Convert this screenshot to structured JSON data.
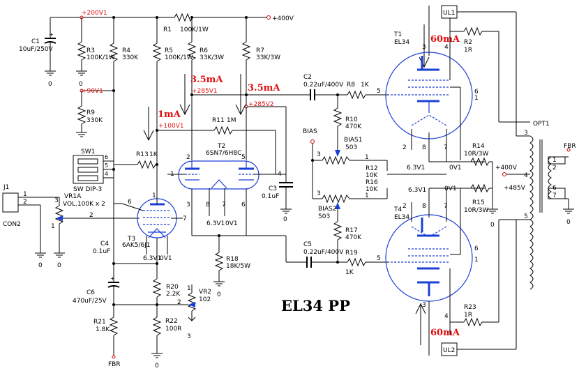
{
  "title": "EL34 PP",
  "nodes": {
    "b200": "+200V1",
    "b400": "+400V",
    "b90": "+90V1",
    "b285_1": "+285V1",
    "b285_2": "+285V2",
    "b100": "+100V1",
    "b400b": "+400V",
    "b485": "+485V",
    "g0": "0",
    "v63": "6.3V1",
    "v0": "0V1",
    "bias": "BIAS",
    "fbr": "FBR"
  },
  "currents": {
    "i1": "3.5mA",
    "i2": "3.5mA",
    "i3": "1mA",
    "i4": "60mA",
    "i5": "60mA"
  },
  "components": {
    "c1": {
      "ref": "C1",
      "value": "10uF/250V"
    },
    "r1": {
      "ref": "R1",
      "value": "100K/1W"
    },
    "r3": {
      "ref": "R3",
      "value": "100K/1W"
    },
    "r4": {
      "ref": "R4",
      "value": "330K"
    },
    "r5": {
      "ref": "R5",
      "value": "100K/1W"
    },
    "r6": {
      "ref": "R6",
      "value": "33K/3W"
    },
    "r7": {
      "ref": "R7",
      "value": "33K/3W"
    },
    "r9": {
      "ref": "R9",
      "value": "330K"
    },
    "r11": {
      "ref": "R11",
      "value": "1M"
    },
    "r13": {
      "ref": "R13",
      "value": "1K"
    },
    "t2": {
      "ref": "T2",
      "value": "6SN7/6H8C"
    },
    "c2": {
      "ref": "C2",
      "value": "0.22uF/400V"
    },
    "r8": {
      "ref": "R8",
      "value": "1K"
    },
    "r10": {
      "ref": "R10",
      "value": "470K"
    },
    "bias1": {
      "ref": "BIAS1",
      "value": "503"
    },
    "bias2": {
      "ref": "BIAS2",
      "value": "503"
    },
    "r12": {
      "ref": "R12",
      "value": "10K"
    },
    "r16": {
      "ref": "R16",
      "value": "10K"
    },
    "r17": {
      "ref": "R17",
      "value": "470K"
    },
    "c5": {
      "ref": "C5",
      "value": "0.22uF/400V"
    },
    "r19": {
      "ref": "R19",
      "value": "1K"
    },
    "t1": {
      "ref": "T1",
      "value": "EL34"
    },
    "t4": {
      "ref": "T4",
      "value": "EL34"
    },
    "r2": {
      "ref": "R2",
      "value": "1R"
    },
    "r14": {
      "ref": "R14",
      "value": "10R/3W"
    },
    "r15": {
      "ref": "R15",
      "value": "10R/3W"
    },
    "r23": {
      "ref": "R23",
      "value": "1R"
    },
    "opt1": {
      "ref": "OPT1",
      "value": ""
    },
    "sw1": {
      "ref": "SW1",
      "value": "SW DIP-3"
    },
    "vr1": {
      "ref": "VR1A",
      "value": "VOL.100K x 2"
    },
    "j1": {
      "ref": "J1",
      "value": "CON2"
    },
    "t3": {
      "ref": "T3",
      "value": "6AK5/6J1"
    },
    "c3": {
      "ref": "C3",
      "value": "0.1uF"
    },
    "c4": {
      "ref": "C4",
      "value": "0.1uF"
    },
    "c6": {
      "ref": "C6",
      "value": "470uF/25V"
    },
    "r18": {
      "ref": "R18",
      "value": "18K/5W"
    },
    "r20": {
      "ref": "R20",
      "value": "2.2K"
    },
    "r21": {
      "ref": "R21",
      "value": "1.8K"
    },
    "r22": {
      "ref": "R22",
      "value": "100R"
    },
    "vr2": {
      "ref": "VR2",
      "value": "102"
    },
    "ul1": {
      "ref": "UL1"
    },
    "ul2": {
      "ref": "UL2"
    },
    "fbr_conn": {
      "ref": "FBR"
    }
  },
  "pins": {
    "p1": "1",
    "p2": "2",
    "p3": "3",
    "p4": "4",
    "p5": "5",
    "p6": "6",
    "p7": "7",
    "p8": "8"
  }
}
